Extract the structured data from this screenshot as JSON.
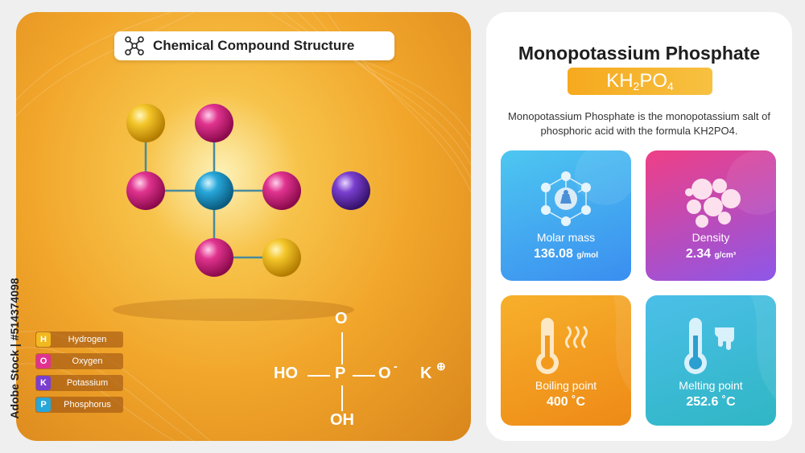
{
  "left_panel": {
    "title": "Chemical Compound Structure",
    "legend": [
      {
        "letter": "H",
        "label": "Hydrogen",
        "color": "#f2b81f"
      },
      {
        "letter": "O",
        "label": "Oxygen",
        "color": "#e0338f"
      },
      {
        "letter": "K",
        "label": "Potassium",
        "color": "#7a3fcf"
      },
      {
        "letter": "P",
        "label": "Phosphorus",
        "color": "#27a7d9"
      }
    ],
    "formula": {
      "o_top": "O",
      "ho": "HO",
      "p": "P",
      "o_minus": "O",
      "minus": "-",
      "k": "K",
      "plus": "⊕",
      "oh": "OH"
    },
    "side_text": "Adobe Stock | #514374098"
  },
  "right_panel": {
    "title": "Monopotassium Phosphate",
    "formula_parts": {
      "a": "KH",
      "b": "2",
      "c": "PO",
      "d": "4"
    },
    "description": "Monopotassium Phosphate is the monopotassium salt of phosphoric acid with the formula KH2PO4.",
    "cards": {
      "molar_mass": {
        "label": "Molar mass",
        "value": "136.08",
        "unit": "g/mol"
      },
      "density": {
        "label": "Density",
        "value": "2.34",
        "unit": "g/cm³"
      },
      "boiling_point": {
        "label": "Boiling point",
        "value": "400 ˚C"
      },
      "melting_point": {
        "label": "Melting point",
        "value": "252.6 ˚C"
      }
    }
  }
}
